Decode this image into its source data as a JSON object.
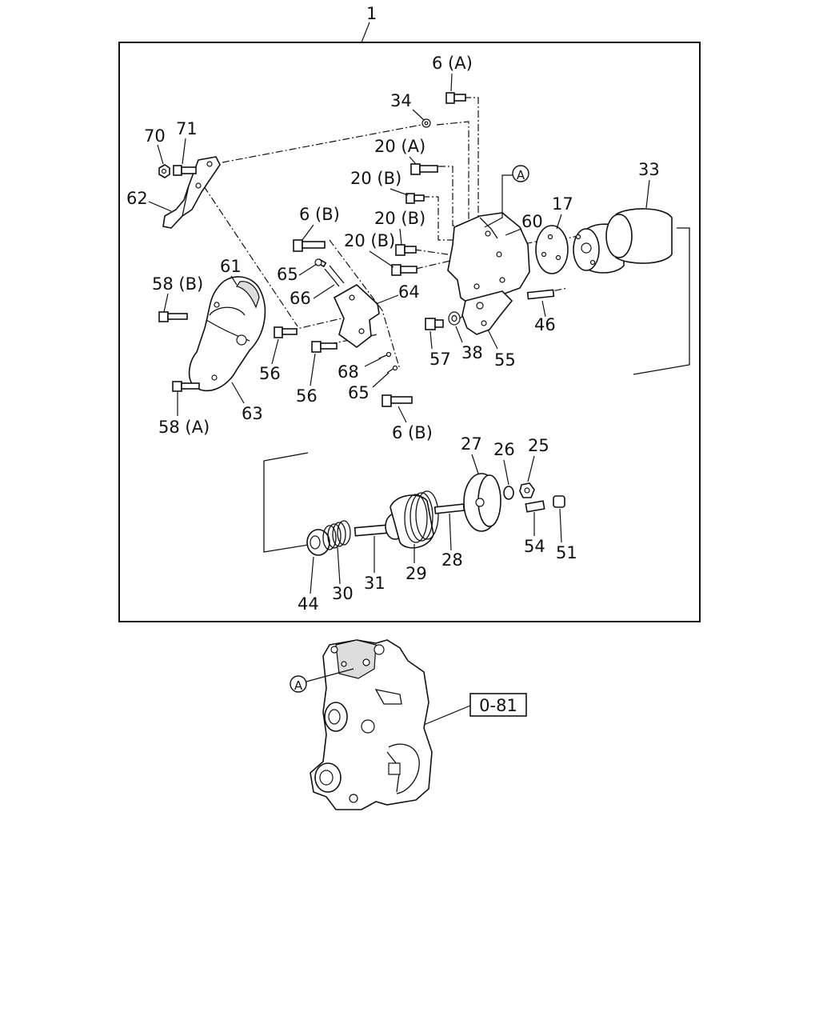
{
  "callouts": {
    "assembly": "1",
    "ref_a_top": "A",
    "ref_a_bottom": "A",
    "ref_box": "0-81"
  },
  "part_labels": {
    "p6a": "6 (A)",
    "p34": "34",
    "p70": "70",
    "p71": "71",
    "p20a": "20 (A)",
    "p20b_1": "20 (B)",
    "p20b_2": "20 (B)",
    "p20b_3": "20 (B)",
    "p62": "62",
    "p33": "33",
    "p17": "17",
    "p60": "60",
    "p6b_top": "6 (B)",
    "p61": "61",
    "p58b": "58 (B)",
    "p65_top": "65",
    "p66": "66",
    "p64": "64",
    "p46": "46",
    "p56_1": "56",
    "p57": "57",
    "p38": "38",
    "p55": "55",
    "p56_2": "56",
    "p68": "68",
    "p65_bottom": "65",
    "p63": "63",
    "p58a": "58 (A)",
    "p6b_bottom": "6 (B)",
    "p27": "27",
    "p26": "26",
    "p25": "25",
    "p54": "54",
    "p51": "51",
    "p28": "28",
    "p29": "29",
    "p31": "31",
    "p30": "30",
    "p44": "44"
  }
}
